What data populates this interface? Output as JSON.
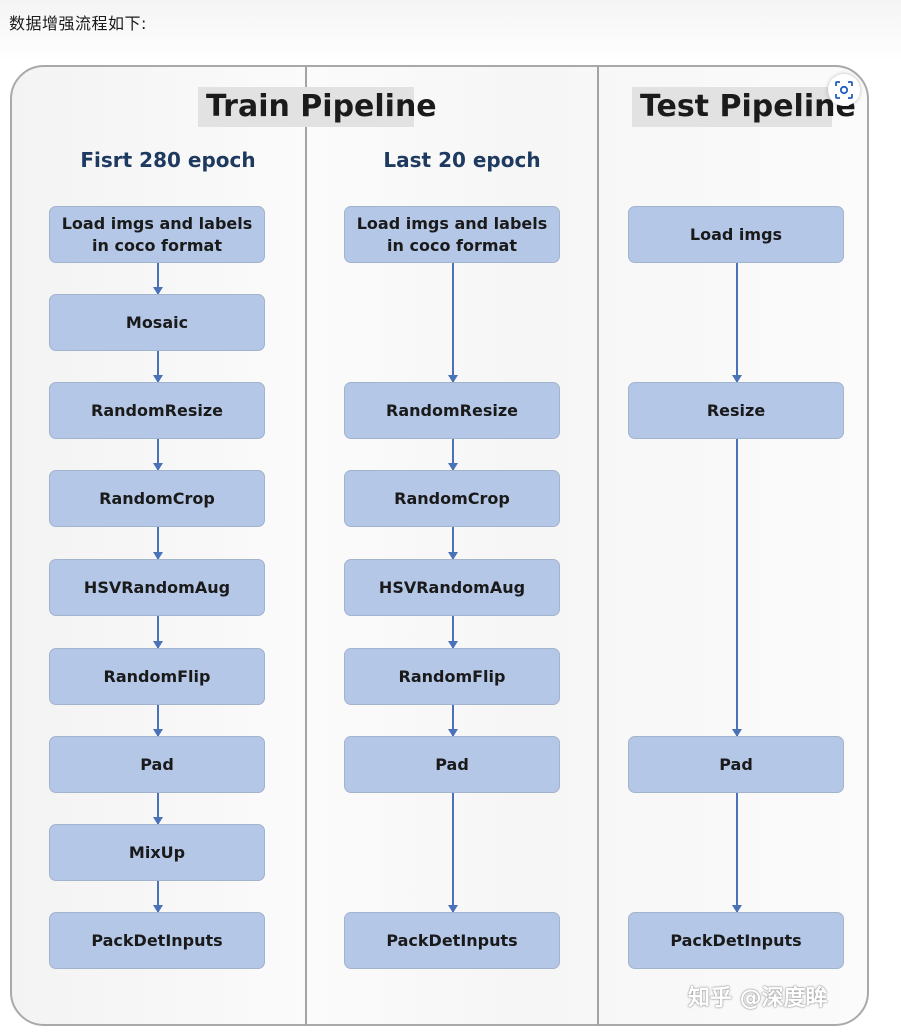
{
  "intro_text": "数据增强流程如下:",
  "train": {
    "title": "Train Pipeline",
    "first": {
      "subtitle": "Fisrt 280 epoch",
      "steps": [
        "Load imgs and labels in coco format",
        "Mosaic",
        "RandomResize",
        "RandomCrop",
        "HSVRandomAug",
        "RandomFlip",
        "Pad",
        "MixUp",
        "PackDetInputs"
      ]
    },
    "last": {
      "subtitle": "Last 20 epoch",
      "steps": [
        "Load imgs and labels in coco format",
        "RandomResize",
        "RandomCrop",
        "HSVRandomAug",
        "RandomFlip",
        "Pad",
        "PackDetInputs"
      ]
    }
  },
  "test": {
    "title": "Test Pipeline",
    "steps": [
      "Load imgs",
      "Resize",
      "Pad",
      "PackDetInputs"
    ]
  },
  "watermark": "知乎 @深度眸",
  "scan_icon": "scan-icon"
}
